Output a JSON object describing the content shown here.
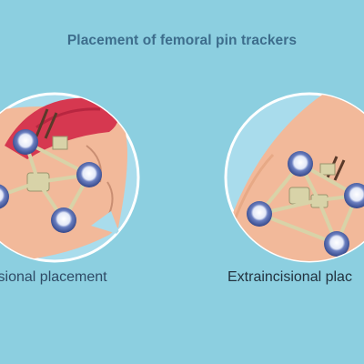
{
  "title": "Placement of femoral pin trackers",
  "panels": [
    {
      "caption": "cisional placement"
    },
    {
      "caption": "Extraincisional plac"
    }
  ],
  "colors": {
    "background": "#8ccfe0",
    "circle_fill": "#a9dcec",
    "skin": "#f2b99a",
    "incision": "#d63850",
    "tracker_frame": "#d8d3a8",
    "marker_ring": "#3a4f8c",
    "marker_center": "#eef2fb"
  }
}
